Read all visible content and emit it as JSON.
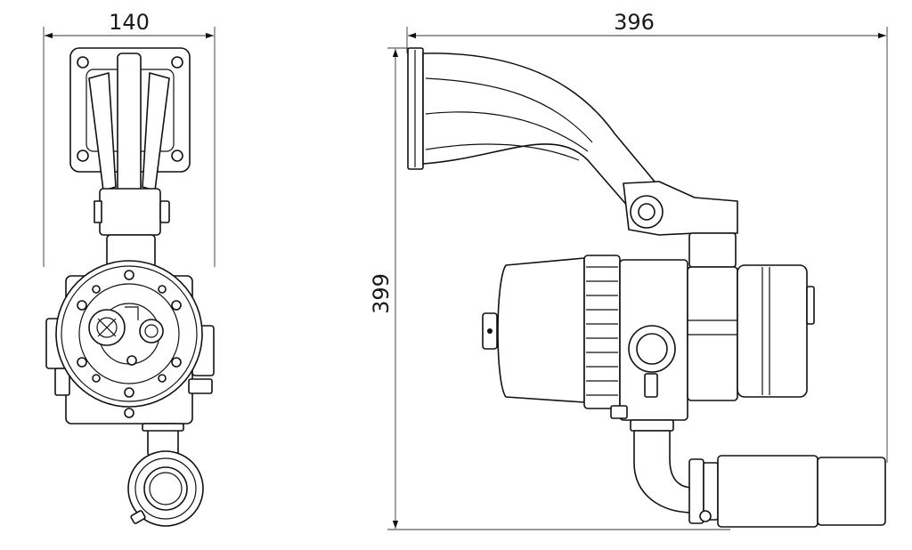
{
  "dimensions": {
    "front_width": "140",
    "side_width": "396",
    "side_height": "399"
  },
  "colors": {
    "line": "#111111",
    "background": "#ffffff"
  }
}
